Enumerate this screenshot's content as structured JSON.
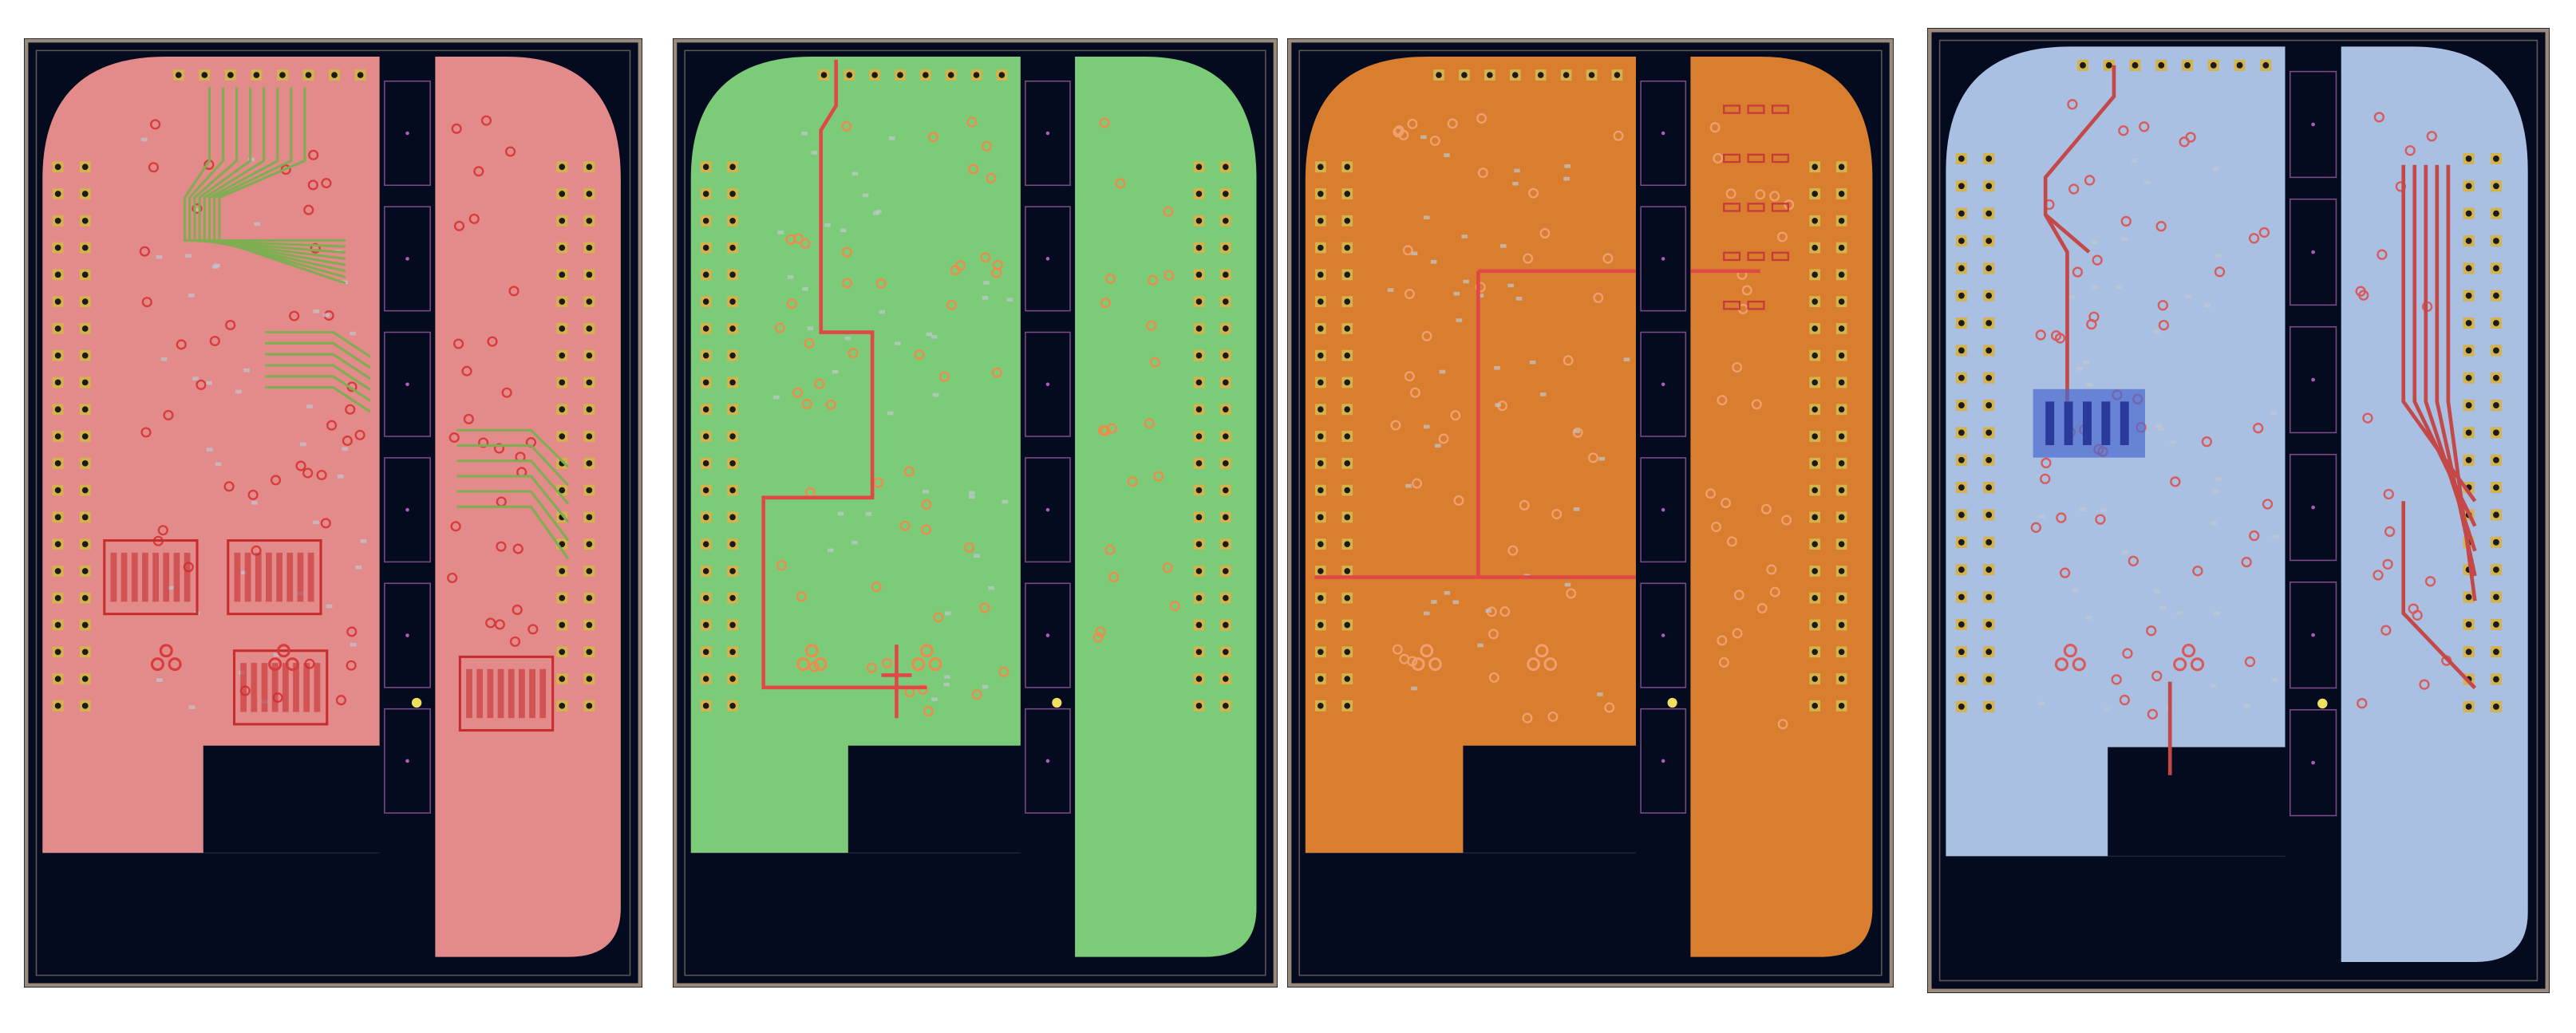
{
  "figure": {
    "panels": [
      {
        "id": "layer-1",
        "fill": "#e38a8a",
        "trace": "#7fae52",
        "pad": "#d83b3b",
        "text": ""
      },
      {
        "id": "layer-2",
        "fill": "#7ccb78",
        "trace": "#e04848",
        "pad": "#ef8a4a",
        "text": ""
      },
      {
        "id": "layer-3",
        "fill": "#d97e2e",
        "trace": "#e04848",
        "pad": "#f0a070",
        "text": ""
      },
      {
        "id": "layer-4",
        "fill": "#a9c0e2",
        "trace": "#c44848",
        "pad": "#d85a5a",
        "text": ""
      }
    ],
    "colors": {
      "background": "#050b1e",
      "outline": "#9a8a7a",
      "header_pin": "#d4b24c",
      "header_hole": "#1a1a1a",
      "silk": "#c0c8d0"
    }
  }
}
